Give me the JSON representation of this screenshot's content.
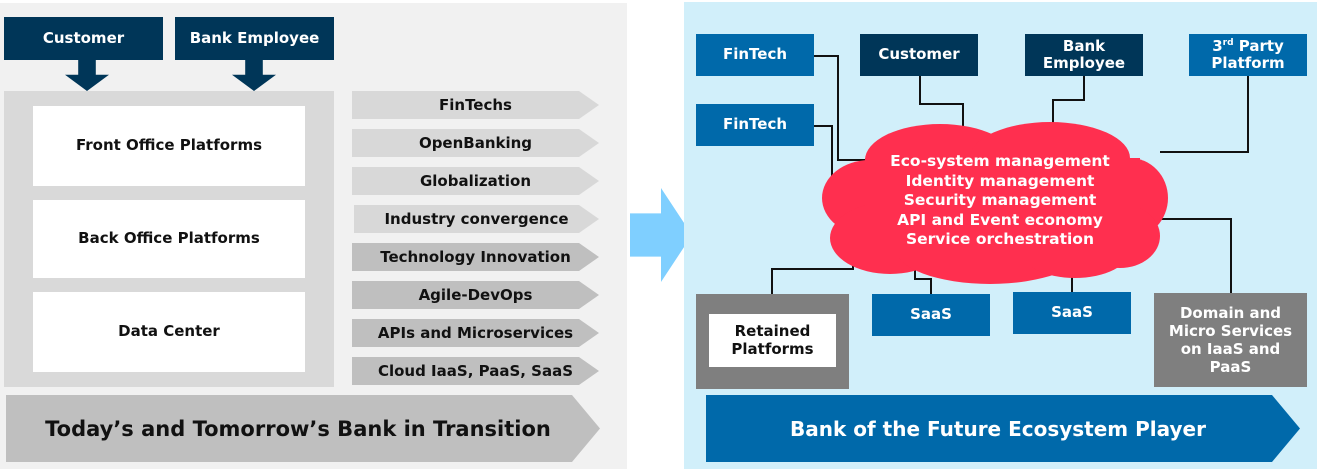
{
  "left": {
    "actors": [
      {
        "label": "Customer"
      },
      {
        "label": "Bank Employee"
      }
    ],
    "layers": [
      {
        "label": "Front Office Platforms"
      },
      {
        "label": "Back Office Platforms"
      },
      {
        "label": "Data Center"
      }
    ],
    "drivers": [
      {
        "label": "FinTechs"
      },
      {
        "label": "OpenBanking"
      },
      {
        "label": "Globalization"
      },
      {
        "label": "Industry convergence"
      },
      {
        "label": "Technology Innovation"
      },
      {
        "label": "Agile-DevOps"
      },
      {
        "label": "APIs and Microservices"
      },
      {
        "label": "Cloud IaaS, PaaS, SaaS"
      }
    ],
    "banner": "Today’s and Tomorrow’s Bank in Transition"
  },
  "right": {
    "top_nodes": {
      "fintech_1": "FinTech",
      "fintech_2": "FinTech",
      "customer": "Customer",
      "bank_employee_line1": "Bank",
      "bank_employee_line2": "Employee",
      "third_party_num": "3",
      "third_party_sup": "rd",
      "third_party_rest": " Party",
      "third_party_line2": "Platform"
    },
    "cloud_items": [
      "Eco-system management",
      "Identity management",
      "Security management",
      "API and Event economy",
      "Service orchestration"
    ],
    "bottom_nodes": {
      "retained_line1": "Retained",
      "retained_line2": "Platforms",
      "saas_1": "SaaS",
      "saas_2": "SaaS",
      "domain_line1": "Domain and",
      "domain_line2": "Micro Services",
      "domain_line3": "on IaaS and",
      "domain_line4": "PaaS"
    },
    "banner": "Bank of the Future Ecosystem Player"
  },
  "colors": {
    "navy": "#003658",
    "blue": "#0069aa",
    "cloud_red": "#ff2f4f",
    "grey_box": "#7f7f7f",
    "transition_arrow": "#7fcfff",
    "right_bg": "#d1effa",
    "left_bg": "#f1f1f1"
  }
}
